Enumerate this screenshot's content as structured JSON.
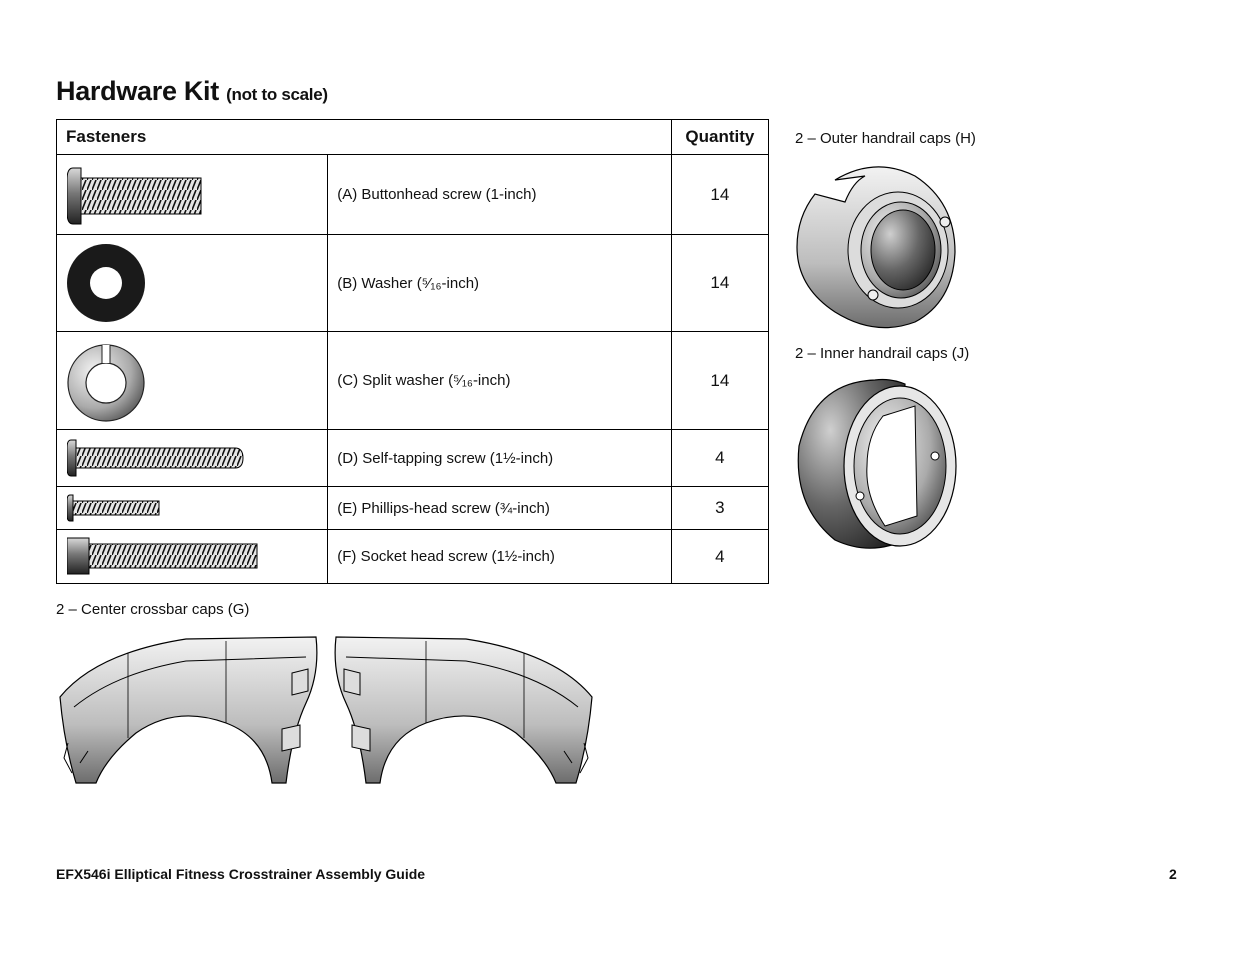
{
  "title": {
    "main": "Hardware Kit",
    "sub": "(not to scale)"
  },
  "table": {
    "headers": {
      "fasteners": "Fasteners",
      "quantity": "Quantity"
    },
    "rows": [
      {
        "icon": "buttonhead-screw-icon",
        "desc": "(A)  Buttonhead screw (1-inch)",
        "qty": "14"
      },
      {
        "icon": "washer-icon",
        "desc": "(B)  Washer (⁵⁄₁₆-inch)",
        "qty": "14"
      },
      {
        "icon": "split-washer-icon",
        "desc": "(C) Split washer (⁵⁄₁₆-inch)",
        "qty": "14"
      },
      {
        "icon": "self-tapping-screw-icon",
        "desc": "(D)  Self-tapping screw (1½-inch)",
        "qty": "4"
      },
      {
        "icon": "phillips-head-screw-icon",
        "desc": "(E)  Phillips-head screw (¾-inch)",
        "qty": "3"
      },
      {
        "icon": "socket-head-screw-icon",
        "desc": "(F)  Socket head screw (1½-inch)",
        "qty": "4"
      }
    ]
  },
  "parts": {
    "center_caps": "2 – Center crossbar caps (G)",
    "outer_caps": "2 – Outer handrail caps (H)",
    "inner_caps": "2 – Inner handrail caps (J)"
  },
  "footer": {
    "guide": "EFX546i Elliptical Fitness Crosstrainer Assembly Guide",
    "page": "2"
  }
}
